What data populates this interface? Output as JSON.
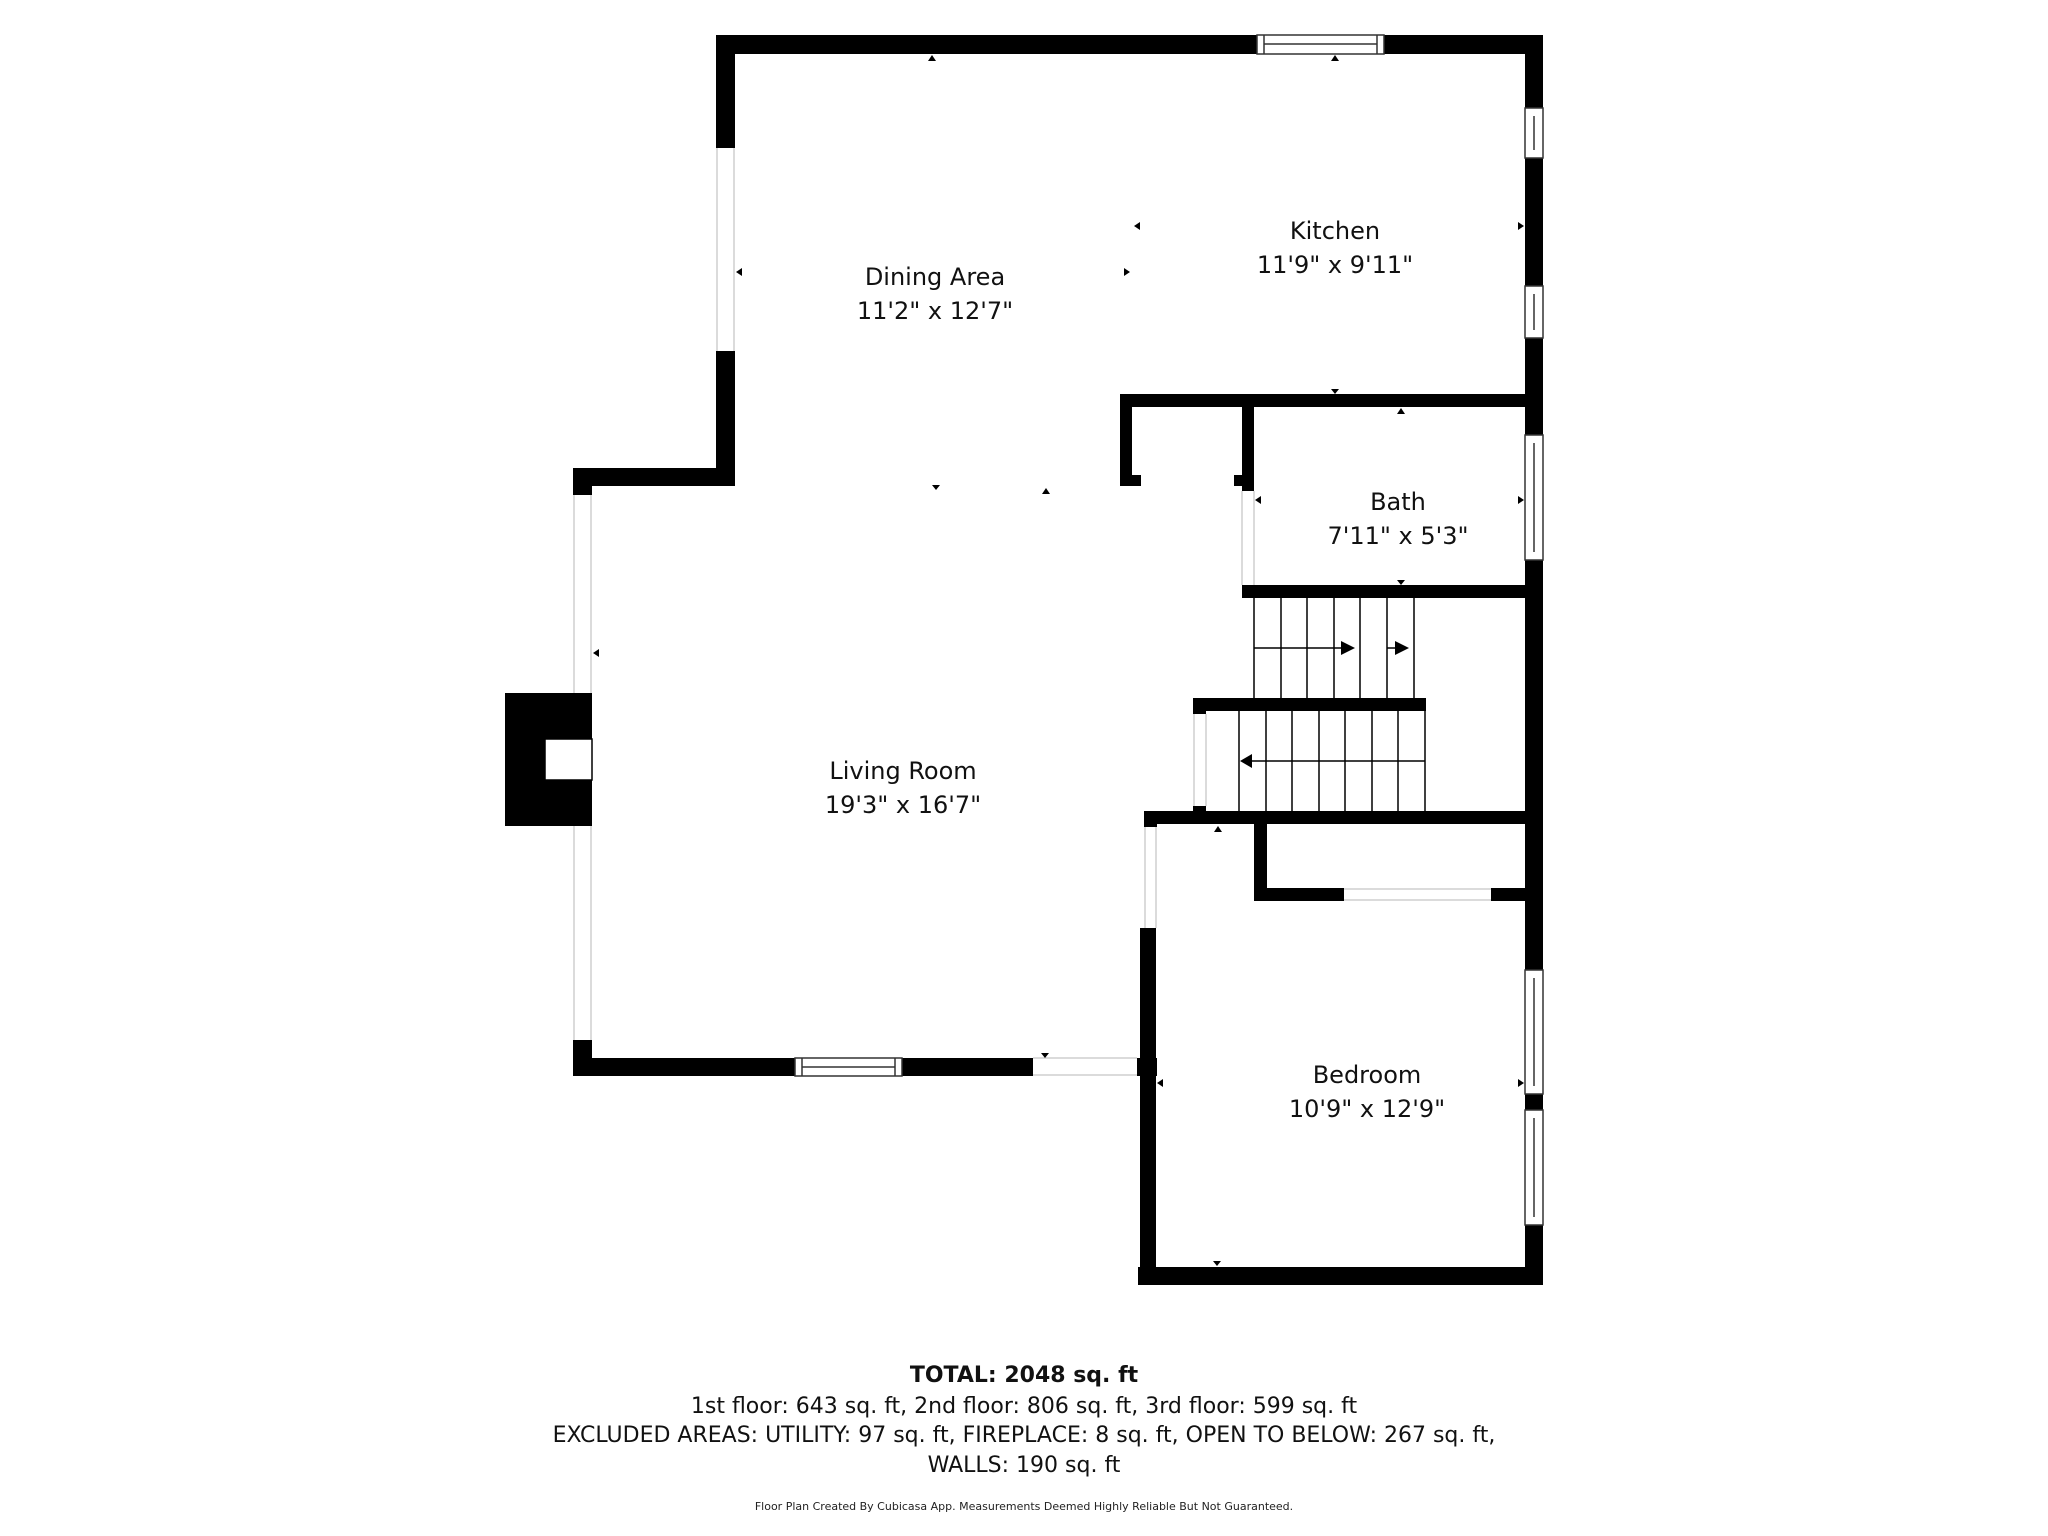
{
  "rooms": [
    {
      "name": "Dining Area",
      "dims": "11'2\" x 12'7\""
    },
    {
      "name": "Kitchen",
      "dims": "11'9\" x 9'11\""
    },
    {
      "name": "Bath",
      "dims": "7'11\" x 5'3\""
    },
    {
      "name": "Living Room",
      "dims": "19'3\" x 16'7\""
    },
    {
      "name": "Bedroom",
      "dims": "10'9\" x 12'9\""
    }
  ],
  "summary": {
    "total": "TOTAL: 2048 sq. ft",
    "floors": "1st floor: 643 sq. ft, 2nd floor: 806 sq. ft, 3rd floor: 599 sq. ft",
    "excluded_line1": "EXCLUDED AREAS: UTILITY: 97 sq. ft, FIREPLACE: 8 sq. ft, OPEN TO BELOW: 267 sq. ft,",
    "excluded_line2": "WALLS: 190 sq. ft",
    "disclaimer": "Floor Plan Created By Cubicasa App. Measurements Deemed Highly Reliable But Not Guaranteed."
  },
  "colors": {
    "wall": "#000000",
    "background": "#ffffff",
    "opening": "#d0d0d0"
  }
}
